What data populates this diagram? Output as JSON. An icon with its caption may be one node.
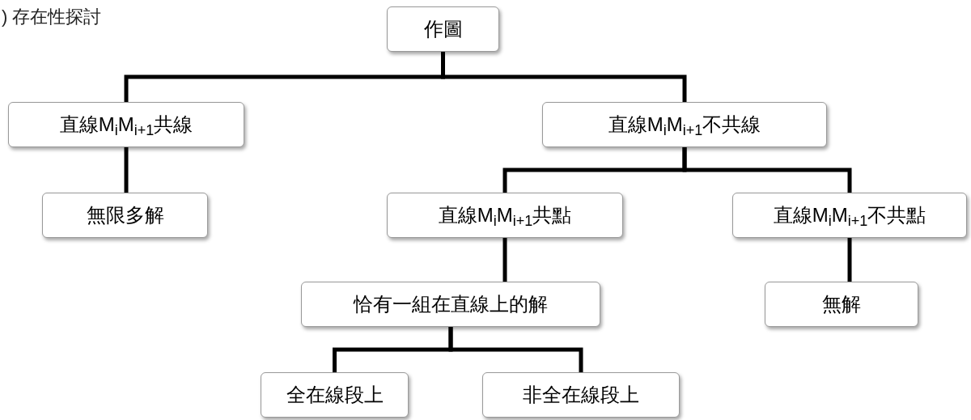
{
  "diagram": {
    "title": ") 存在性探討",
    "nodes": [
      {
        "text": [
          "作圖"
        ]
      },
      {
        "text": [
          "直線M$_{i}$M$_{i+1}$共線"
        ]
      },
      {
        "text": [
          "直線M$_{i}$M$_{i+1}$不共線"
        ]
      },
      {
        "text": [
          "無限多解"
        ]
      },
      {
        "text": [
          "直線M$_{i}$M$_{i+1}$共點"
        ]
      },
      {
        "text": [
          "直線M$_{i}$M$_{i+1}$不共點"
        ]
      },
      {
        "text": [
          "恰有一組在直線上的解"
        ]
      },
      {
        "text": [
          "無解"
        ]
      },
      {
        "text": [
          "全在線段上"
        ]
      },
      {
        "text": [
          "非全在線段上"
        ]
      }
    ],
    "edges": [
      {
        "from": 0,
        "to": 1,
        "arrow": "none"
      },
      {
        "from": 0,
        "to": 2,
        "arrow": "none"
      },
      {
        "from": 1,
        "to": 3,
        "arrow": "none"
      },
      {
        "from": 2,
        "to": 4,
        "arrow": "none"
      },
      {
        "from": 2,
        "to": 5,
        "arrow": "none"
      },
      {
        "from": 4,
        "to": 6,
        "arrow": "none"
      },
      {
        "from": 5,
        "to": 7,
        "arrow": "none"
      },
      {
        "from": 6,
        "to": 8,
        "arrow": "none"
      },
      {
        "from": 6,
        "to": 9,
        "arrow": "none"
      }
    ]
  }
}
